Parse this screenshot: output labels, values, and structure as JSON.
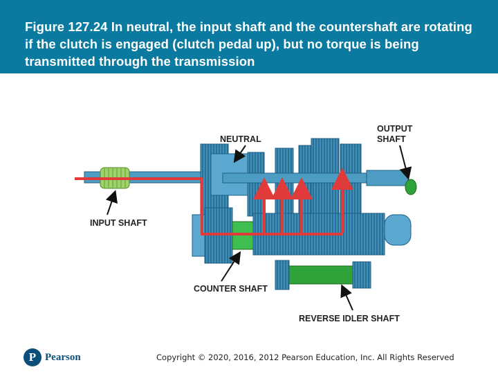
{
  "header": {
    "title": "Figure 127.24 In neutral, the input shaft and the countershaft are rotating if the clutch is engaged (clutch pedal up), but no torque is being transmitted through the transmission"
  },
  "diagram": {
    "labels": {
      "neutral": "NEUTRAL",
      "output_line1": "OUTPUT",
      "output_line2": "SHAFT",
      "input_shaft": "INPUT SHAFT",
      "counter_shaft": "COUNTER SHAFT",
      "reverse_idler": "REVERSE IDLER SHAFT"
    },
    "colors": {
      "housing": "#3f8fb8",
      "housing_dark": "#1f5f82",
      "input_gear": "#9fd36a",
      "counter_block": "#3fbf4f",
      "reverse_shaft": "#2fa23a",
      "power_flow": "#e03a3a"
    }
  },
  "footer": {
    "logo_letter": "P",
    "logo_text": "Pearson",
    "copyright": "Copyright © 2020, 2016, 2012 Pearson Education, Inc. All Rights Reserved"
  }
}
